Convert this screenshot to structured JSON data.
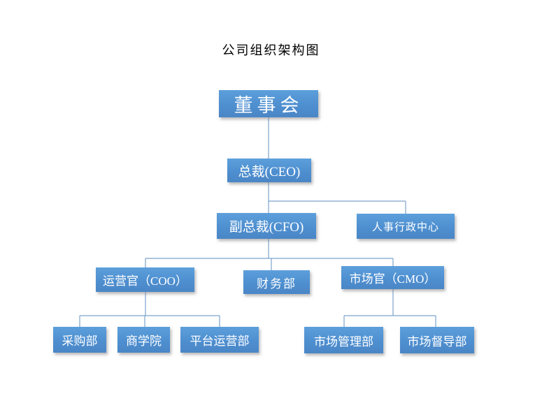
{
  "page": {
    "title": "公司组织架构图",
    "background_color": "#ffffff"
  },
  "chart": {
    "type": "org-chart",
    "node_fill_top": "#5d9fdb",
    "node_fill_bottom": "#4a86c6",
    "node_text_color": "#ffffff",
    "connector_color": "#7ca3cc",
    "nodes": [
      {
        "id": "board",
        "label": "董事会",
        "level": 1,
        "parent": null
      },
      {
        "id": "ceo",
        "label": "总裁(CEO)",
        "level": 2,
        "parent": "董事会"
      },
      {
        "id": "cfo",
        "label": "副总裁(CFO)",
        "level": 3,
        "parent": "总裁(CEO)"
      },
      {
        "id": "hr-admin-center",
        "label": "人事行政中心",
        "level": 3,
        "parent": "总裁(CEO)"
      },
      {
        "id": "coo",
        "label": "运营官（COO）",
        "level": 4,
        "parent": "副总裁(CFO)"
      },
      {
        "id": "finance-dept",
        "label": "财务部",
        "level": 4,
        "parent": "副总裁(CFO)"
      },
      {
        "id": "cmo",
        "label": "市场官（CMO）",
        "level": 4,
        "parent": "副总裁(CFO)"
      },
      {
        "id": "purchasing-dept",
        "label": "采购部",
        "level": 5,
        "parent": "运营官（COO）"
      },
      {
        "id": "business-school",
        "label": "商学院",
        "level": 5,
        "parent": "运营官（COO）"
      },
      {
        "id": "platform-operations-dept",
        "label": "平台运营部",
        "level": 5,
        "parent": "运营官（COO）"
      },
      {
        "id": "market-management-dept",
        "label": "市场管理部",
        "level": 5,
        "parent": "市场官（CMO）"
      },
      {
        "id": "market-supervision-dept",
        "label": "市场督导部",
        "level": 5,
        "parent": "市场官（CMO）"
      }
    ]
  }
}
